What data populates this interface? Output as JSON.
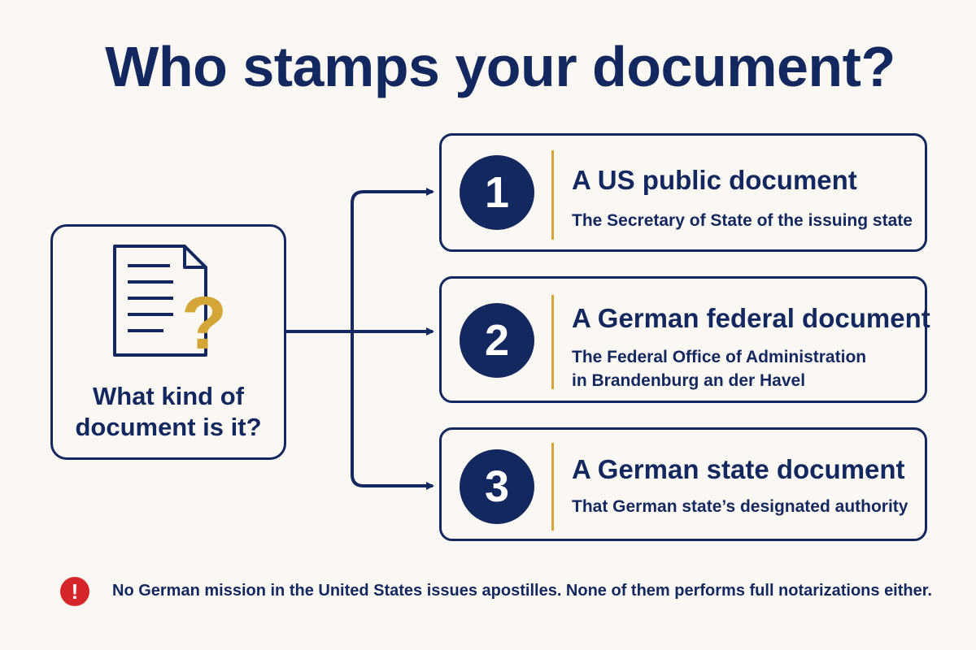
{
  "title": "Who stamps your document?",
  "source": {
    "question_line1": "What kind of",
    "question_line2": "document is it?",
    "icon": "document-question-icon"
  },
  "options": [
    {
      "number": "1",
      "heading": "A US public document",
      "detail_lines": [
        "The Secretary of State of the issuing state"
      ]
    },
    {
      "number": "2",
      "heading": "A German federal document",
      "detail_lines": [
        "The Federal Office of Administration",
        "in Brandenburg an der Havel"
      ]
    },
    {
      "number": "3",
      "heading": "A German state document",
      "detail_lines": [
        "That German state’s designated authority"
      ]
    }
  ],
  "note": {
    "icon": "exclamation-icon",
    "symbol": "!",
    "text": "No German mission in the United States issues apostilles. None of them performs full notarizations either."
  },
  "colors": {
    "navy": "#13285e",
    "gold": "#d4a537",
    "alert_red": "#d6262c",
    "background": "#fbf8f4"
  }
}
